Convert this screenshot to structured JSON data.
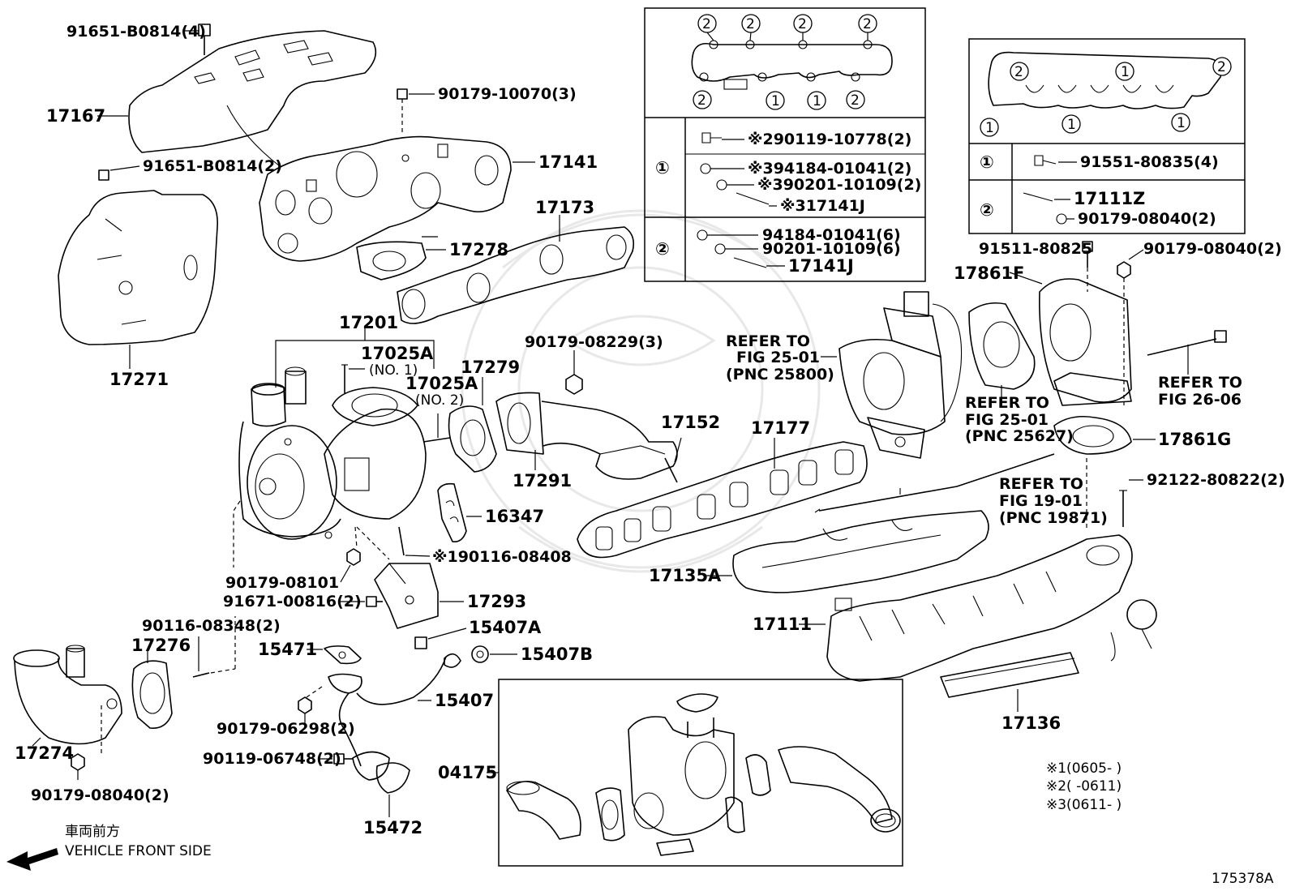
{
  "part_labels": {
    "p91651_b0814_4": "91651-B0814(4)",
    "p17167": "17167",
    "p90179_10070_3": "90179-10070(3)",
    "p17141": "17141",
    "p91651_b0814_2": "91651-B0814(2)",
    "p17173": "17173",
    "p17278": "17278",
    "p17271": "17271",
    "p17201": "17201",
    "p17025a_1": "17025A",
    "no1": "(NO. 1)",
    "p17025a_2": "17025A",
    "no2": "(NO. 2)",
    "p17279": "17279",
    "p90179_08229_3": "90179-08229(3)",
    "p17291": "17291",
    "p17152": "17152",
    "p17177": "17177",
    "p16347": "16347",
    "p190116_08408": "※190116-08408",
    "p90179_08101": "90179-08101",
    "p91671_00816_2": "91671-00816(2)",
    "p17293": "17293",
    "p15407a": "15407A",
    "p15407b": "15407B",
    "p15471": "15471",
    "p15407": "15407",
    "p90116_08348_2": "90116-08348(2)",
    "p17276": "17276",
    "p17274": "17274",
    "p90179_06298_2": "90179-06298(2)",
    "p90119_06748_2": "90119-06748(2)",
    "p90179_08040_2b": "90179-08040(2)",
    "p15472": "15472",
    "p04175": "04175",
    "p17135a": "17135A",
    "p17111": "17111",
    "p17136": "17136",
    "p17861f": "17861F",
    "p17861g": "17861G",
    "p91511_80825": "91511-80825",
    "p90179_08040_2a": "90179-08040(2)",
    "p92122_80822_2": "92122-80822(2)"
  },
  "refer_notes": {
    "r1_l1": "REFER TO",
    "r1_l2": "FIG 25-01",
    "r1_l3": "(PNC 25800)",
    "r2_l1": "REFER TO",
    "r2_l2": "FIG 25-01",
    "r2_l3": "(PNC 25627)",
    "r3_l1": "REFER TO",
    "r3_l2": "FIG 26-06",
    "r4_l1": "REFER TO",
    "r4_l2": "FIG 19-01",
    "r4_l3": "(PNC 19871)"
  },
  "inset_left": {
    "row1": {
      "marker": "①",
      "items": [
        "※290119-10778(2)",
        "※394184-01041(2)",
        "※390201-10109(2)",
        "※317141J"
      ]
    },
    "row2": {
      "marker": "②",
      "items": [
        "94184-01041(6)",
        "90201-10109(6)",
        "17141J"
      ]
    }
  },
  "inset_right": {
    "row1": {
      "marker": "①",
      "items": [
        "91551-80835(4)"
      ]
    },
    "row2": {
      "marker": "②",
      "items": [
        "17111Z",
        "90179-08040(2)"
      ]
    }
  },
  "circle_markers": {
    "one": "1",
    "two": "2"
  },
  "footnotes": [
    "※1(0605-      )",
    "※2(      -0611)",
    "※3(0611-      )"
  ],
  "direction": {
    "jp": "車両前方",
    "en": "VEHICLE FRONT SIDE"
  },
  "figure_id": "175378A"
}
